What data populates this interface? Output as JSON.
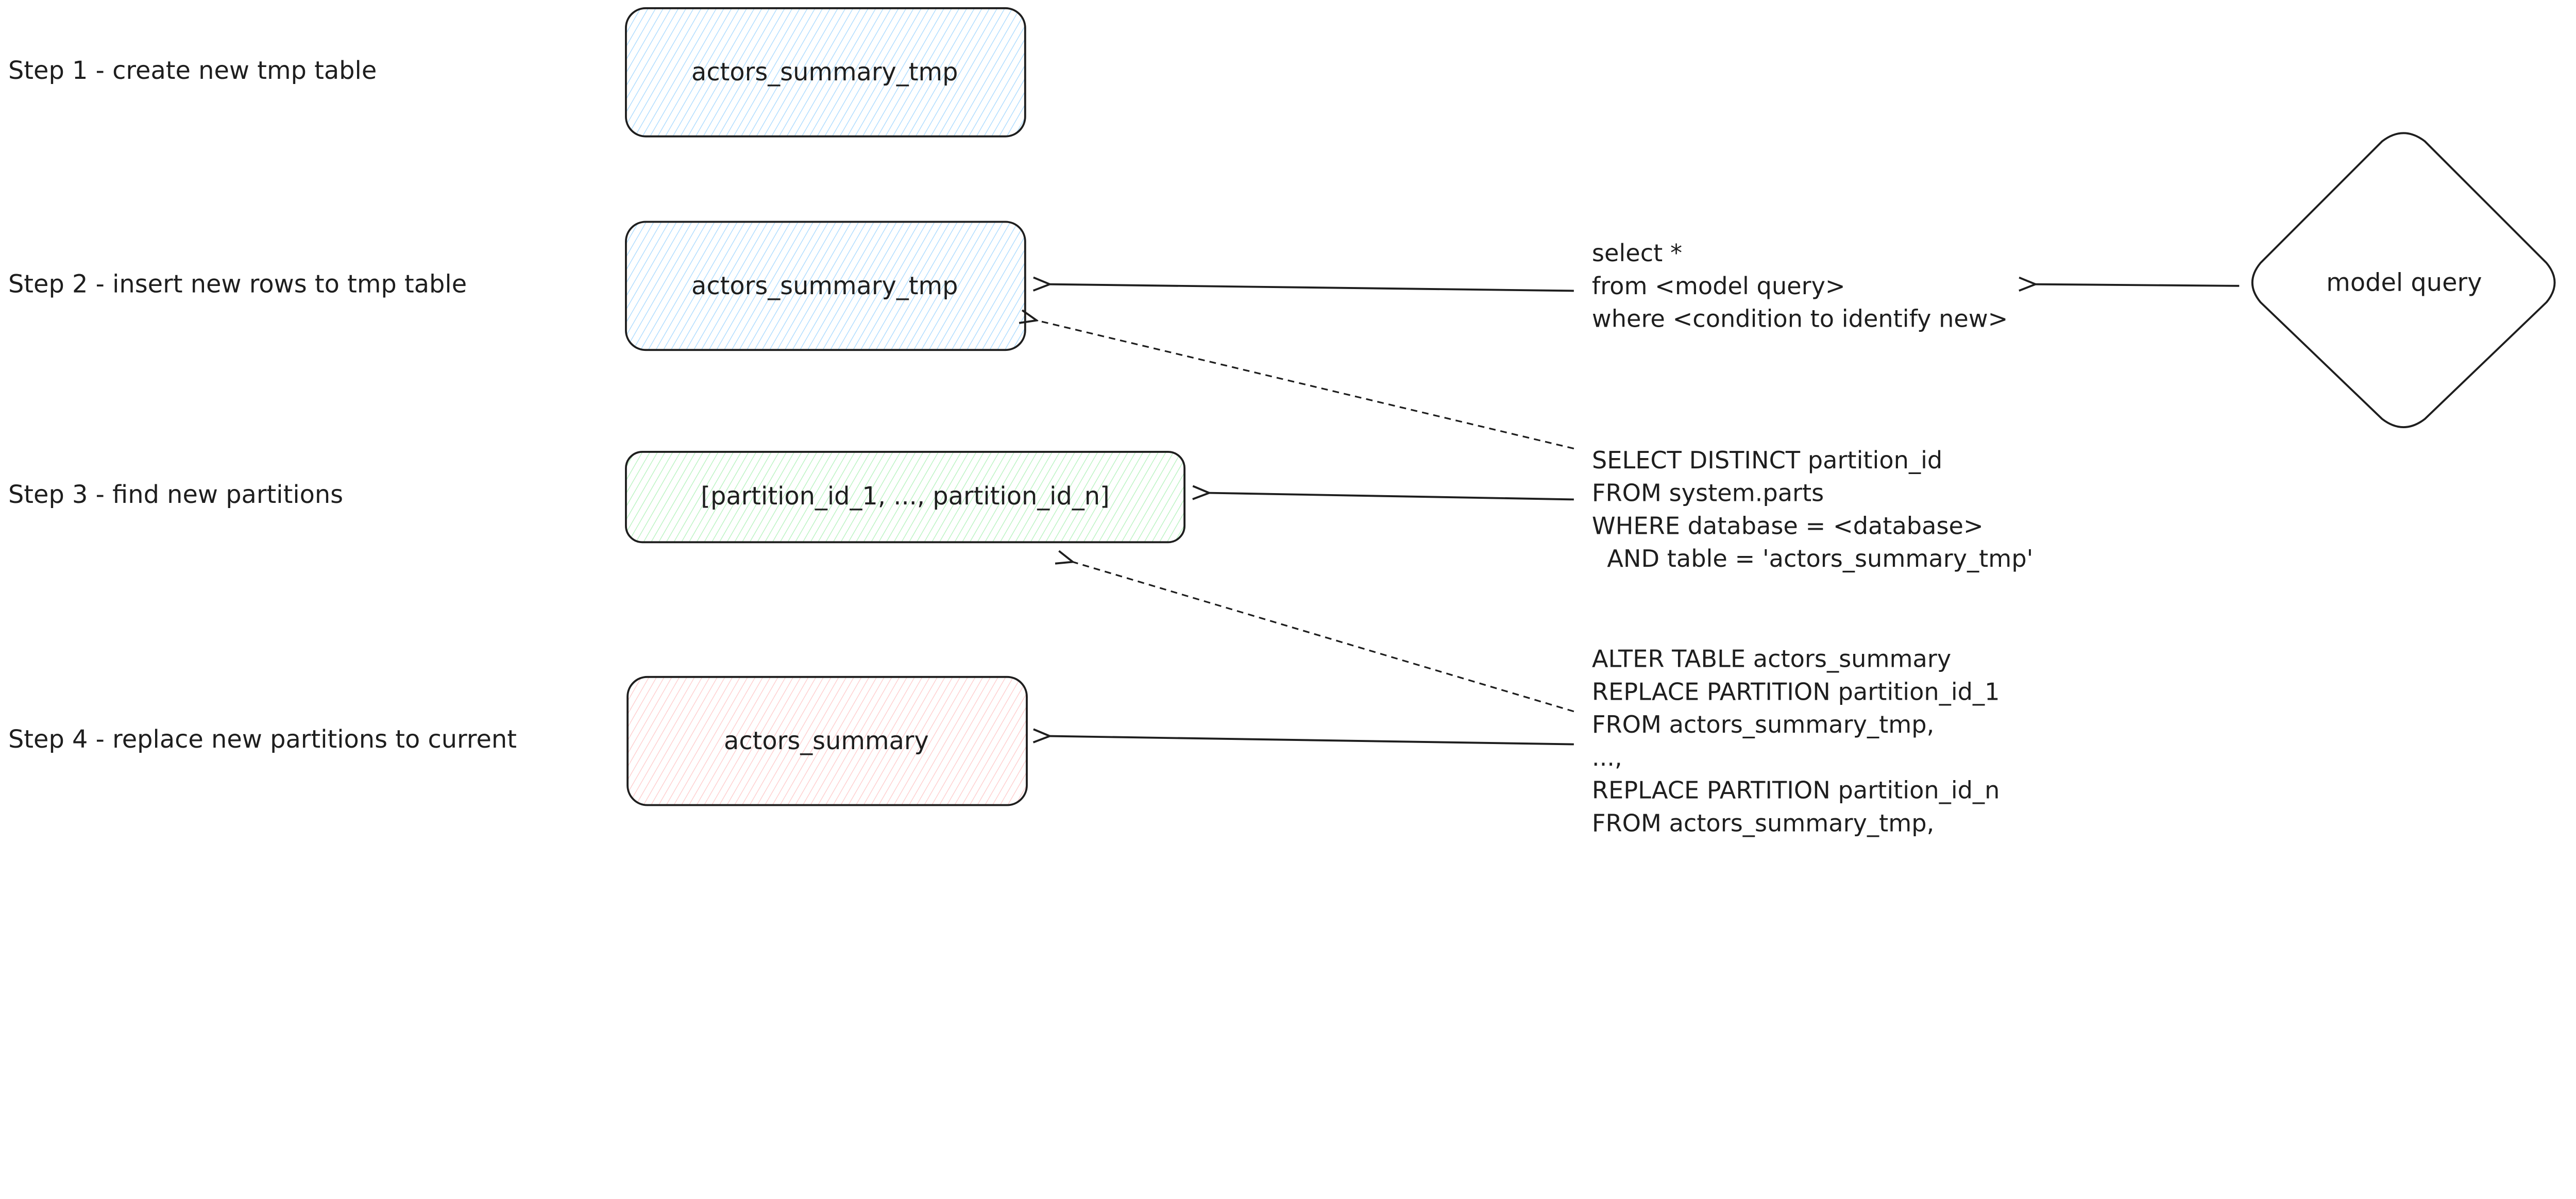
{
  "steps": [
    "Step 1 - create new tmp table",
    "Step 2 - insert new rows to tmp table",
    "Step 3 - find new partitions",
    "Step 4 - replace new partitions to current"
  ],
  "boxes": [
    {
      "label": "actors_summary_tmp",
      "fill": "#a5d8ff"
    },
    {
      "label": "actors_summary_tmp",
      "fill": "#a5d8ff"
    },
    {
      "label": "[partition_id_1, ..., partition_id_n]",
      "fill": "#b2f2bb"
    },
    {
      "label": "actors_summary",
      "fill": "#ffc9c9"
    }
  ],
  "diamond": {
    "label": "model query"
  },
  "sql_blocks": [
    [
      "select *",
      "from <model query>",
      "where <condition to identify new>"
    ],
    [
      "SELECT DISTINCT partition_id",
      "FROM system.parts",
      "WHERE database = <database>",
      "  AND table = 'actors_summary_tmp'"
    ],
    [
      "ALTER TABLE actors_summary",
      "REPLACE PARTITION partition_id_1",
      "FROM actors_summary_tmp,",
      "...,",
      "REPLACE PARTITION partition_id_n",
      "FROM actors_summary_tmp,"
    ]
  ],
  "colors": {
    "stroke": "#1e1e1e",
    "blue": "#a5d8ff",
    "green": "#b2f2bb",
    "red": "#ffc9c9"
  }
}
